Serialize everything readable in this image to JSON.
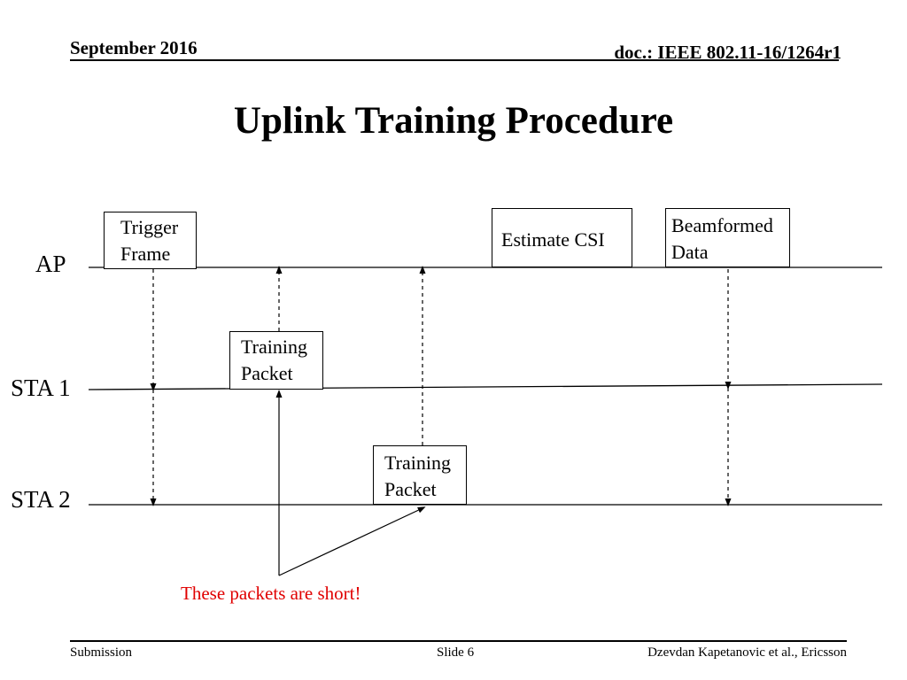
{
  "header": {
    "date": "September 2016",
    "doc": "doc.: IEEE 802.11-16/1264r1"
  },
  "title": "Uplink Training Procedure",
  "lanes": {
    "ap": "AP",
    "sta1": "STA 1",
    "sta2": "STA 2"
  },
  "boxes": {
    "trigger": [
      "Trigger",
      "Frame"
    ],
    "estimate": "Estimate CSI",
    "beamformed": [
      "Beamformed",
      "Data"
    ],
    "training1": [
      "Training",
      "Packet"
    ],
    "training2": [
      "Training",
      "Packet"
    ]
  },
  "note": "These packets are short!",
  "note_color": "#e00000",
  "footer": {
    "left": "Submission",
    "center": "Slide 6",
    "right": "Dzevdan Kapetanovic et al., Ericsson"
  }
}
